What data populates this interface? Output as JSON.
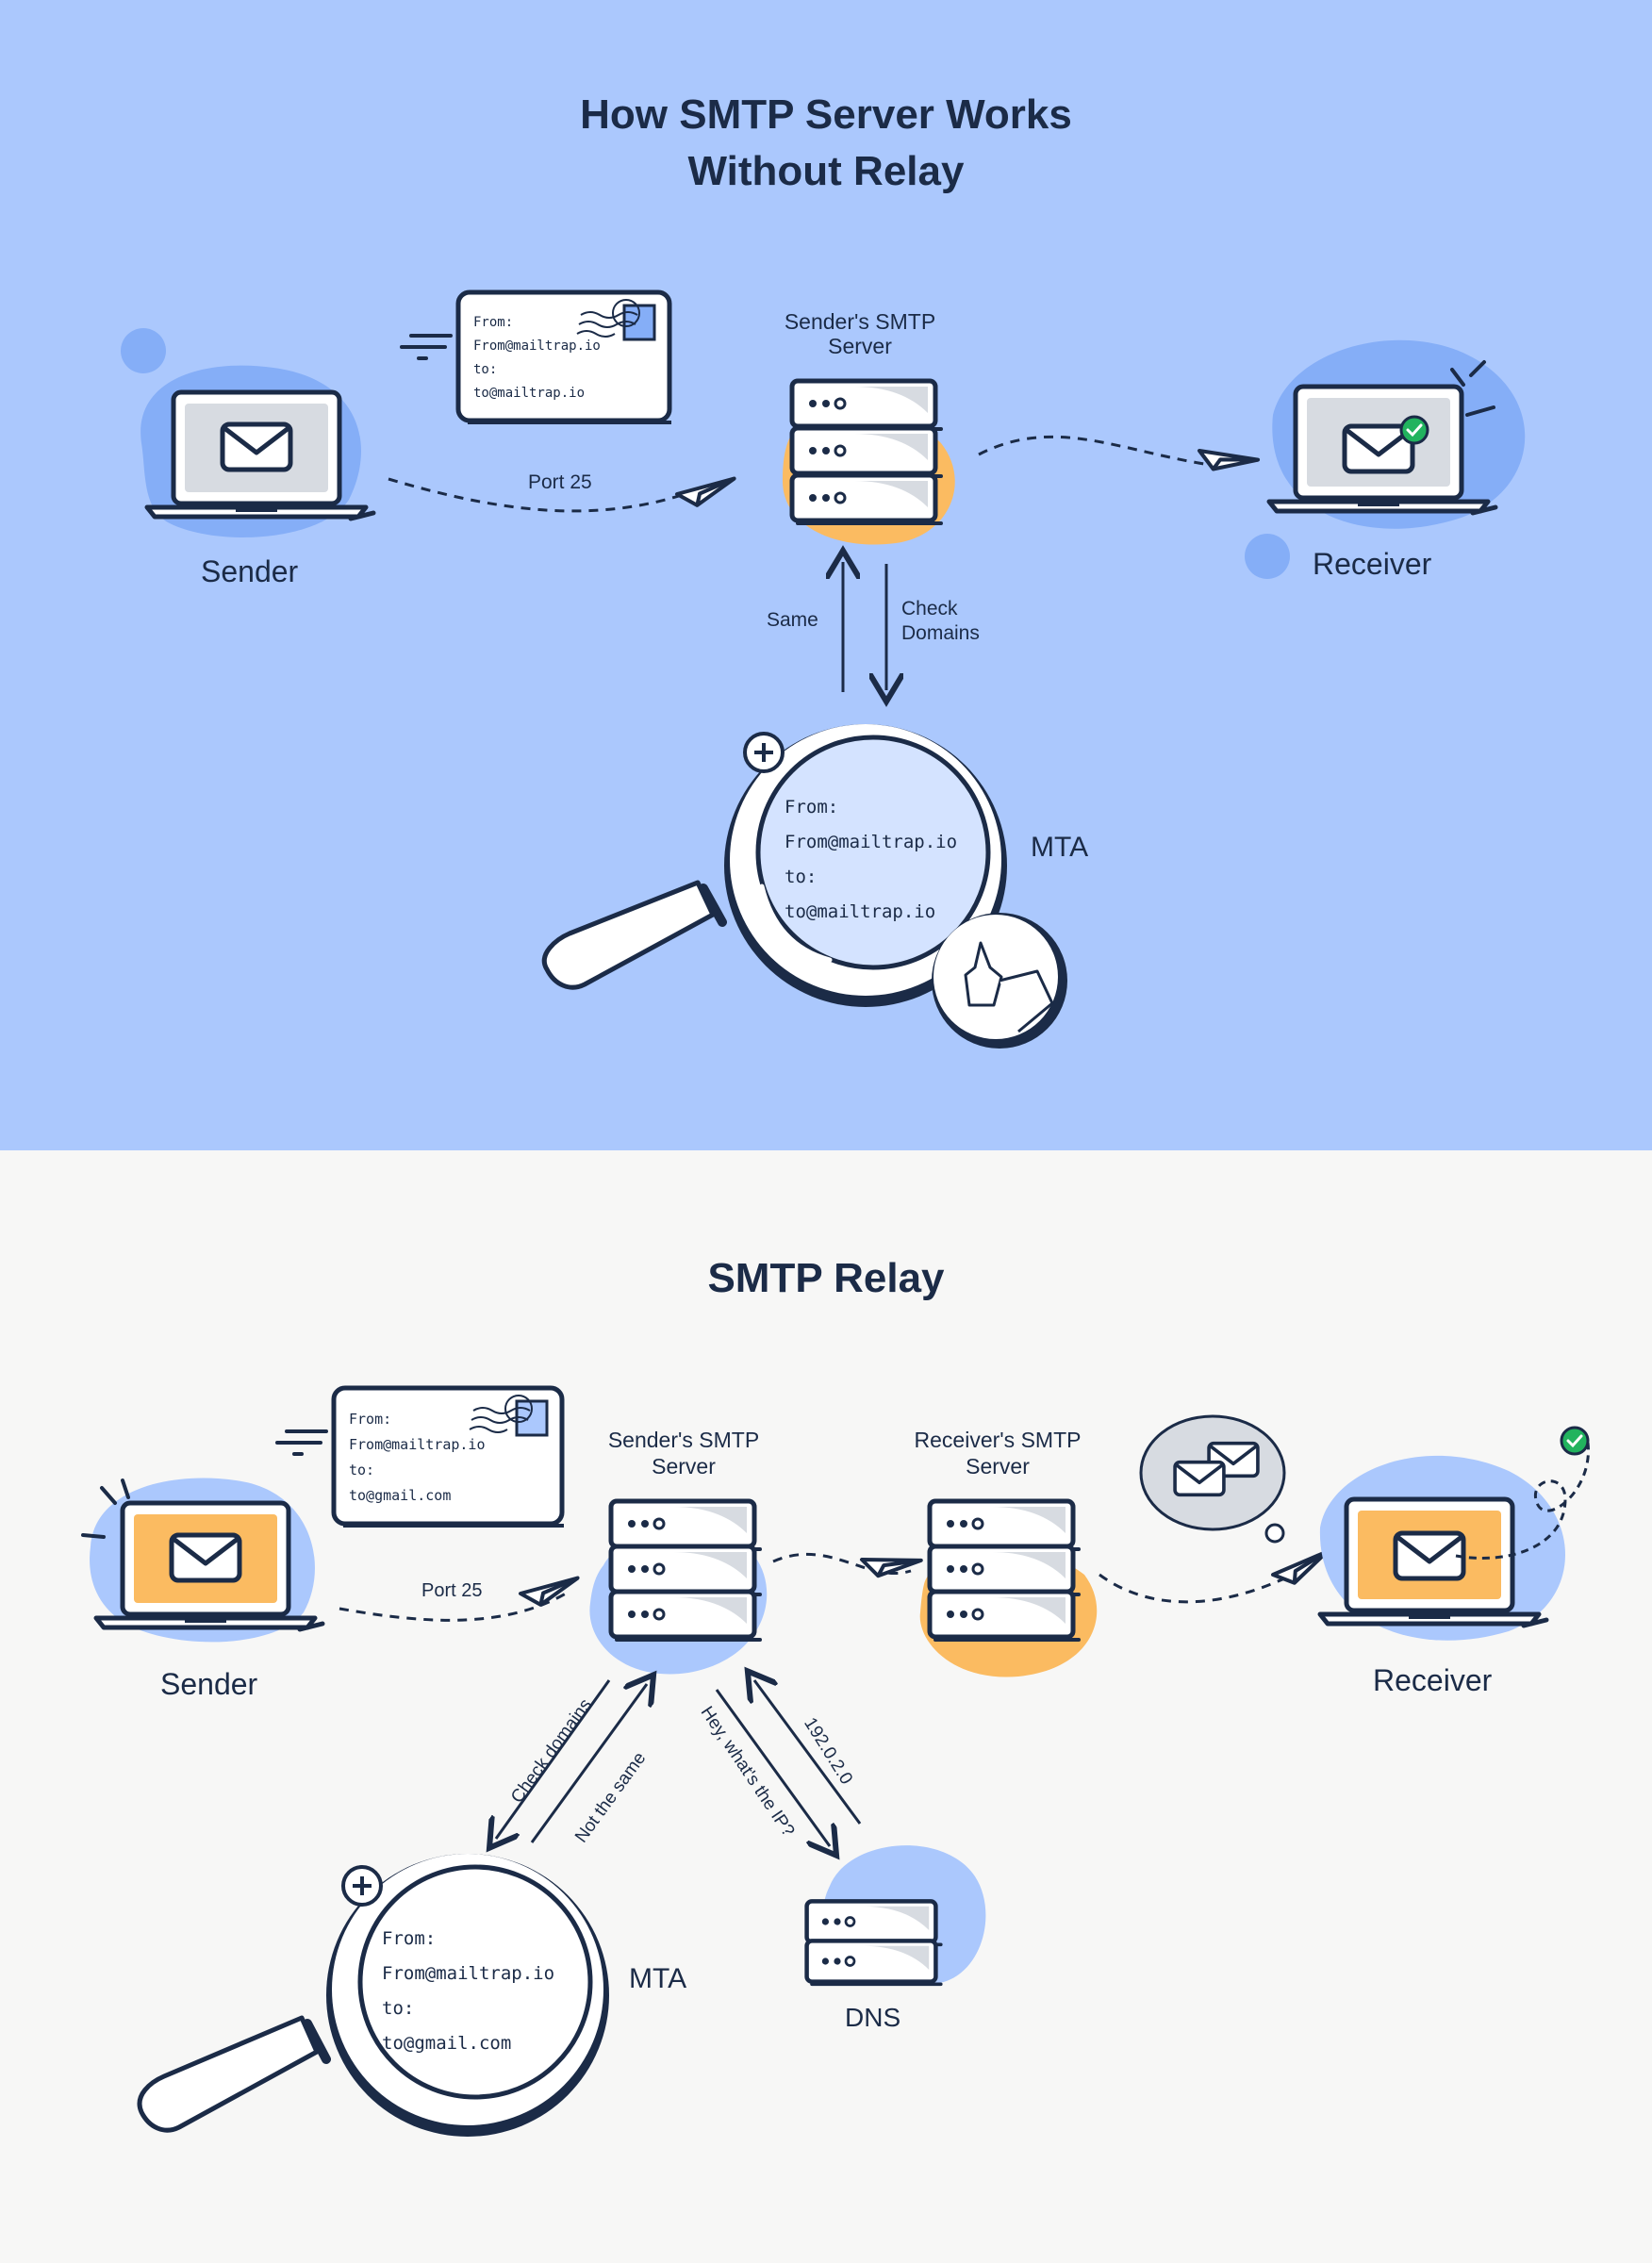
{
  "colors": {
    "top_bg": "#abc8fd",
    "bottom_bg": "#f7f7f6",
    "ink": "#1b2b47",
    "blob_blue": "#85aef7",
    "blob_orange": "#fbbb61",
    "check_green": "#22b35e",
    "lens_fill": "#d4e3ff"
  },
  "top": {
    "title_line1": "How SMTP Server Works",
    "title_line2": "Without Relay",
    "sender_label": "Sender",
    "receiver_label": "Receiver",
    "server_label_line1": "Sender's SMTP",
    "server_label_line2": "Server",
    "port_label": "Port 25",
    "same_label": "Same",
    "check_domains_line1": "Check",
    "check_domains_line2": "Domains",
    "mta_label": "MTA",
    "envelope": {
      "line1": "From:",
      "line2": "From@mailtrap.io",
      "line3": "to:",
      "line4": "to@mailtrap.io"
    },
    "lens": {
      "line1": "From:",
      "line2": "From@mailtrap.io",
      "line3": "to:",
      "line4": "to@mailtrap.io"
    }
  },
  "bottom": {
    "title": "SMTP Relay",
    "sender_label": "Sender",
    "receiver_label": "Receiver",
    "sender_server_line1": "Sender's SMTP",
    "sender_server_line2": "Server",
    "receiver_server_line1": "Receiver's SMTP",
    "receiver_server_line2": "Server",
    "port_label": "Port 25",
    "check_domains": "Check domains",
    "not_same": "Not the same",
    "whats_ip": "Hey, what's the IP?",
    "ip_value": "192.0.2.0",
    "mta_label": "MTA",
    "dns_label": "DNS",
    "envelope": {
      "line1": "From:",
      "line2": "From@mailtrap.io",
      "line3": "to:",
      "line4": "to@gmail.com"
    },
    "lens": {
      "line1": "From:",
      "line2": "From@mailtrap.io",
      "line3": "to:",
      "line4": "to@gmail.com"
    }
  }
}
